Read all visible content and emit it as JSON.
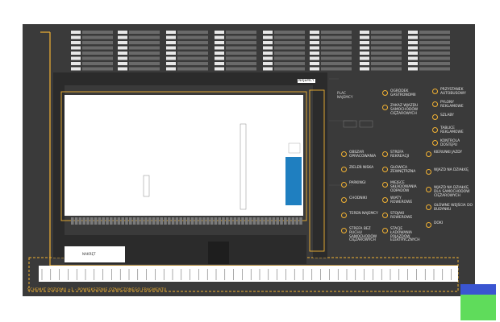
{
  "labels": {
    "najemcy_tag": "NAJEMCY",
    "plac": "PLAC NAJEMCY",
    "nakretki": "NAKRĘT",
    "caption": "SCHEMAT POZIOMU +1 - POWIĘKSZENIE OZNACZONEGO FRAGMENTU"
  },
  "legend_left": [
    {
      "label": "OBSZAR OPRACOWANIA",
      "icon": "outline-circle-icon"
    },
    {
      "label": "ZIELEŃ NISKA",
      "icon": "dashed-circle-icon"
    },
    {
      "label": "PARKINGI",
      "icon": "grey-circle-icon"
    },
    {
      "label": "CHODNIKI",
      "icon": "light-circle-icon"
    },
    {
      "label": "TEREN NAJEMCY",
      "icon": "dashed-grey-circle-icon"
    },
    {
      "label": "STREFA BEZ RUCHU SAMOCHODÓW CIĘŻAROWYCH",
      "icon": "dark-circle-icon"
    }
  ],
  "legend_mid": [
    {
      "label": "STREFA REKREACJI",
      "icon": "recreation-icon"
    },
    {
      "label": "GŁOWICA ZEWNĘTRZNA",
      "icon": "hydrant-icon"
    },
    {
      "label": "MIEJSCE SKŁADOWANIA ODPADÓW",
      "icon": "waste-icon"
    },
    {
      "label": "WIATY ROWEROWE",
      "icon": "bike-shelter-icon"
    },
    {
      "label": "STOJAKI ROWEROWE",
      "icon": "bike-rack-icon"
    },
    {
      "label": "STACJE ŁADOWANIA POJAZDÓW ELEKTRYCZNYCH",
      "icon": "ev-charger-icon"
    }
  ],
  "legend_right": [
    {
      "label": "KIERUNKI JAZDY",
      "icon": "direction-arrow-icon"
    },
    {
      "label": "WJAZD NA DZIAŁKĘ",
      "icon": "entry-arrow-icon"
    },
    {
      "label": "WJAZD NA DZIAŁKĘ DLA SAMOCHODÓW CIĘŻAROWYCH",
      "icon": "truck-entry-icon"
    },
    {
      "label": "GŁÓWNE WEJŚCIA DO BUDYNKU",
      "icon": "main-entrance-icon"
    },
    {
      "label": "DOKI",
      "icon": "dock-icon"
    }
  ],
  "legend_top_left": [
    {
      "label": "OGRÓDEK GASTRONOMII",
      "icon": "garden-icon"
    },
    {
      "label": "ZAKAZ WJAZDU SAMOCHODÓW CIĘŻAROWYCH",
      "icon": "no-truck-icon"
    }
  ],
  "legend_top_right": [
    {
      "label": "PRZYSTANEK AUTOBUSOWY",
      "icon": "bus-stop-icon"
    },
    {
      "label": "PYLONY REKLAMOWE",
      "icon": "pylon-icon"
    },
    {
      "label": "SZLABY",
      "icon": "barrier-icon"
    },
    {
      "label": "TABLICE REKLAMOWE",
      "icon": "billboard-icon"
    },
    {
      "label": "KONTROLA DOSTĘPU",
      "icon": "access-control-icon"
    }
  ],
  "colors": {
    "accent": "#f2b233",
    "bg": "#3a3a3a",
    "road": "#2b2b2b",
    "building": "#ffffff",
    "water": "#1f7fc0"
  }
}
